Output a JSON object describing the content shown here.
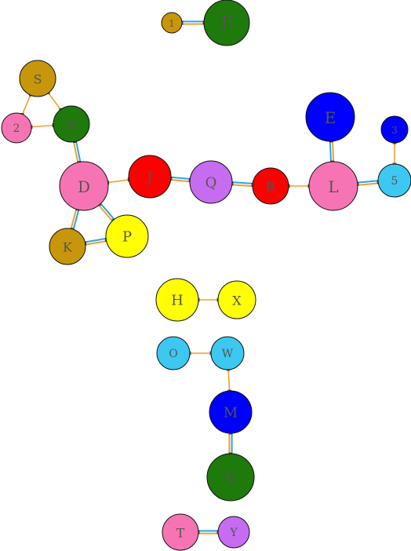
{
  "colors": {
    "edge_orange": "#f0a030",
    "edge_blue": "#2aa6e8",
    "node_outline": "#111111",
    "label_text": "#555555"
  },
  "nodes": [
    {
      "id": "1",
      "color": "#c8960a"
    },
    {
      "id": "F",
      "color": "#1e7a0a"
    },
    {
      "id": "S",
      "color": "#c8960a"
    },
    {
      "id": "2",
      "color": "#f774b4"
    },
    {
      "id": "N",
      "color": "#1e7a0a"
    },
    {
      "id": "D",
      "color": "#f774b4"
    },
    {
      "id": "J",
      "color": "#ff0000"
    },
    {
      "id": "Q",
      "color": "#c66cf0"
    },
    {
      "id": "R",
      "color": "#ff0000"
    },
    {
      "id": "L",
      "color": "#f774b4"
    },
    {
      "id": "E",
      "color": "#0000ff"
    },
    {
      "id": "3",
      "color": "#0000ff"
    },
    {
      "id": "5",
      "color": "#3cc8f0"
    },
    {
      "id": "K",
      "color": "#c8960a"
    },
    {
      "id": "P",
      "color": "#ffff00"
    },
    {
      "id": "H",
      "color": "#ffff00"
    },
    {
      "id": "X",
      "color": "#ffff00"
    },
    {
      "id": "O",
      "color": "#3cc8f0"
    },
    {
      "id": "W",
      "color": "#3cc8f0"
    },
    {
      "id": "M",
      "color": "#0000ff"
    },
    {
      "id": "V",
      "color": "#1e7a0a"
    },
    {
      "id": "T",
      "color": "#f774b4"
    },
    {
      "id": "Y",
      "color": "#c66cf0"
    }
  ],
  "edges": [
    {
      "from": "1",
      "to": "F",
      "style": "double"
    },
    {
      "from": "S",
      "to": "2",
      "style": "orange"
    },
    {
      "from": "S",
      "to": "N",
      "style": "orange"
    },
    {
      "from": "2",
      "to": "N",
      "style": "orange"
    },
    {
      "from": "N",
      "to": "D",
      "style": "double"
    },
    {
      "from": "D",
      "to": "J",
      "style": "orange"
    },
    {
      "from": "D",
      "to": "K",
      "style": "double"
    },
    {
      "from": "D",
      "to": "P",
      "style": "double"
    },
    {
      "from": "K",
      "to": "P",
      "style": "double"
    },
    {
      "from": "J",
      "to": "Q",
      "style": "double"
    },
    {
      "from": "Q",
      "to": "R",
      "style": "double"
    },
    {
      "from": "R",
      "to": "L",
      "style": "orange"
    },
    {
      "from": "L",
      "to": "E",
      "style": "double"
    },
    {
      "from": "L",
      "to": "5",
      "style": "double"
    },
    {
      "from": "5",
      "to": "3",
      "style": "orange"
    },
    {
      "from": "H",
      "to": "X",
      "style": "orange"
    },
    {
      "from": "O",
      "to": "W",
      "style": "orange"
    },
    {
      "from": "W",
      "to": "M",
      "style": "orange"
    },
    {
      "from": "M",
      "to": "V",
      "style": "double"
    },
    {
      "from": "T",
      "to": "Y",
      "style": "double"
    }
  ]
}
